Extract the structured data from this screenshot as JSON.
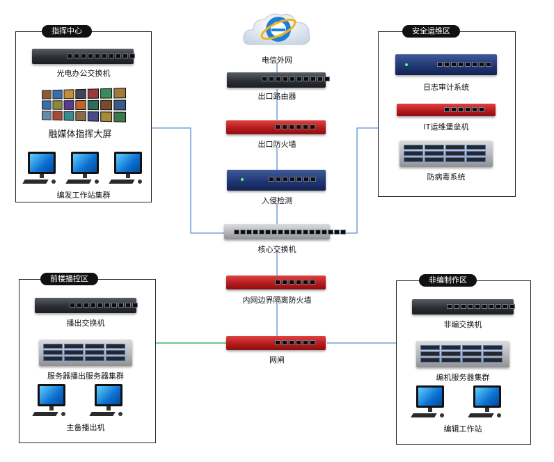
{
  "colors": {
    "blue_link": "#5b8fd6",
    "green_link": "#3cba54",
    "zone_border": "#222222",
    "title_bg": "#111111"
  },
  "top": {
    "internet_label": "电信外网",
    "internet_icon": "ie-cloud-icon"
  },
  "center": {
    "router": "出口路由器",
    "firewall": "出口防火墙",
    "ids": "入侵检测",
    "core_switch": "核心交换机",
    "inner_firewall": "内网边界隔离防火墙",
    "gateway": "网闸"
  },
  "zones": {
    "command": {
      "title": "指挥中心",
      "items": [
        "光电办公交换机",
        "融媒体指挥大屏",
        "编发工作站集群"
      ]
    },
    "security": {
      "title": "安全运维区",
      "items": [
        "日志审计系统",
        "IT运维堡垒机",
        "防病毒系统"
      ]
    },
    "broadcast": {
      "title": "前楼播控区",
      "items": [
        "播出交换机",
        "服务器播出服务器集群",
        "主备播出机"
      ]
    },
    "nonlinear": {
      "title": "非编制作区",
      "items": [
        "非编交换机",
        "编机服务器集群",
        "编辑工作站"
      ]
    }
  }
}
